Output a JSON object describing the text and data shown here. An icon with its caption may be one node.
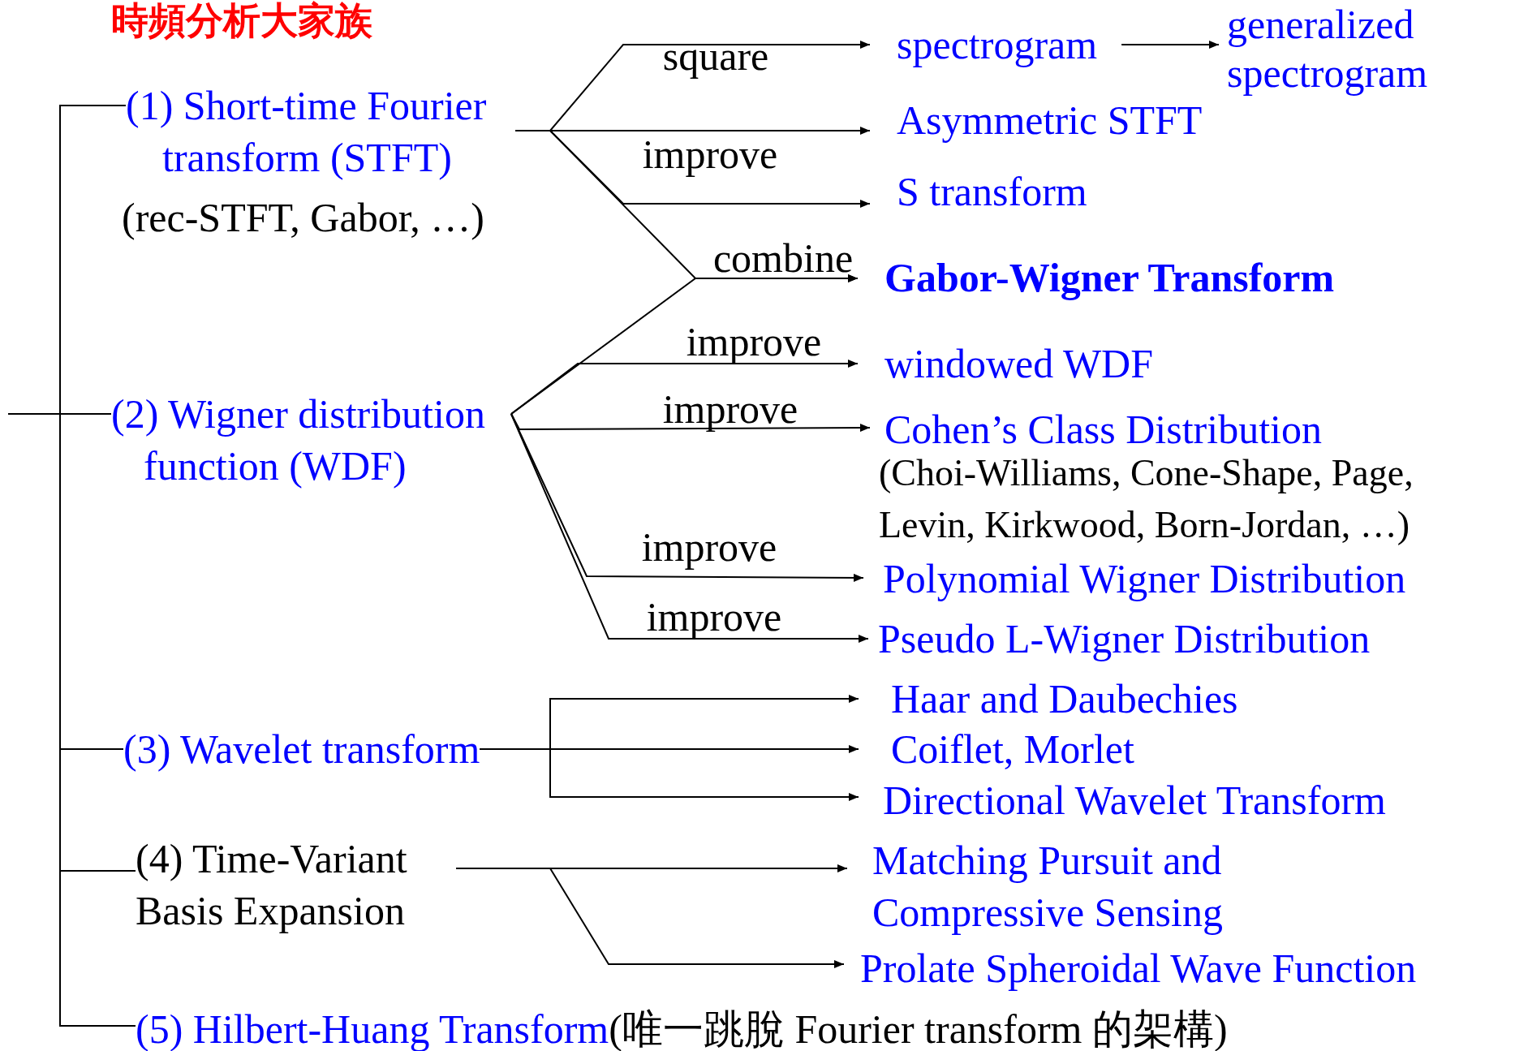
{
  "diagram": {
    "title": "時頻分析大家族",
    "nodes": [
      {
        "text": [
          "(1) Short-time Fourier transform (STFT)"
        ],
        "beside": [
          "(rec-STFT, Gabor, …)"
        ]
      },
      {
        "text": [
          "(2) Wigner distribution function (WDF)"
        ]
      },
      {
        "text": [
          "(3) Wavelet transform"
        ]
      },
      {
        "text": [
          "(4) Time-Variant Basis Expansion"
        ]
      },
      {
        "text": [
          "(5) Hilbert-Huang Transform"
        ],
        "beside": [
          "(唯一跳脫 Fourier transform 的架構)"
        ]
      },
      {
        "text": [
          "spectrogram"
        ]
      },
      {
        "text": [
          "generalized spectrogram"
        ]
      },
      {
        "text": [
          "Asymmetric  STFT"
        ]
      },
      {
        "text": [
          "S transform"
        ]
      },
      {
        "text": [
          "Gabor-Wigner Transform"
        ]
      },
      {
        "text": [
          "windowed WDF"
        ]
      },
      {
        "text": [
          "Cohen’s Class Distribution"
        ],
        "beside": [
          "(Choi-Williams, Cone-Shape, Page, Levin, Kirkwood, Born-Jordan, …)"
        ]
      },
      {
        "text": [
          "Polynomial Wigner Distribution"
        ]
      },
      {
        "text": [
          "Pseudo L-Wigner Distribution"
        ]
      },
      {
        "text": [
          "Haar and Daubechies"
        ]
      },
      {
        "text": [
          "Coiflet, Morlet"
        ]
      },
      {
        "text": [
          "Directional Wavelet Transform"
        ]
      },
      {
        "text": [
          "Matching Pursuit and Compressive Sensing"
        ]
      },
      {
        "text": [
          "Prolate Spheroidal Wave Function"
        ]
      }
    ],
    "edges": [
      {
        "from": null,
        "to": 0,
        "arrow": "none"
      },
      {
        "from": null,
        "to": 1,
        "arrow": "none"
      },
      {
        "from": null,
        "to": 2,
        "arrow": "none"
      },
      {
        "from": null,
        "to": 3,
        "arrow": "none"
      },
      {
        "from": null,
        "to": 4,
        "arrow": "none"
      },
      {
        "from": 0,
        "to": 5,
        "arrow": "to",
        "label": "square"
      },
      {
        "from": 5,
        "to": 6,
        "arrow": "to"
      },
      {
        "from": 0,
        "to": 7,
        "arrow": "to"
      },
      {
        "from": 0,
        "to": 8,
        "arrow": "to",
        "label": "improve"
      },
      {
        "from": 0,
        "to": 9,
        "arrow": "to",
        "label": "combine"
      },
      {
        "from": 1,
        "to": 9,
        "arrow": "to"
      },
      {
        "from": 1,
        "to": 10,
        "arrow": "to",
        "label": "improve"
      },
      {
        "from": 1,
        "to": 11,
        "arrow": "to",
        "label": "improve"
      },
      {
        "from": 1,
        "to": 12,
        "arrow": "to",
        "label": "improve"
      },
      {
        "from": 1,
        "to": 13,
        "arrow": "to",
        "label": "improve"
      },
      {
        "from": 2,
        "to": 14,
        "arrow": "to"
      },
      {
        "from": 2,
        "to": 15,
        "arrow": "to"
      },
      {
        "from": 2,
        "to": 16,
        "arrow": "to"
      },
      {
        "from": 3,
        "to": 17,
        "arrow": "to"
      },
      {
        "from": 3,
        "to": 18,
        "arrow": "to"
      }
    ]
  }
}
